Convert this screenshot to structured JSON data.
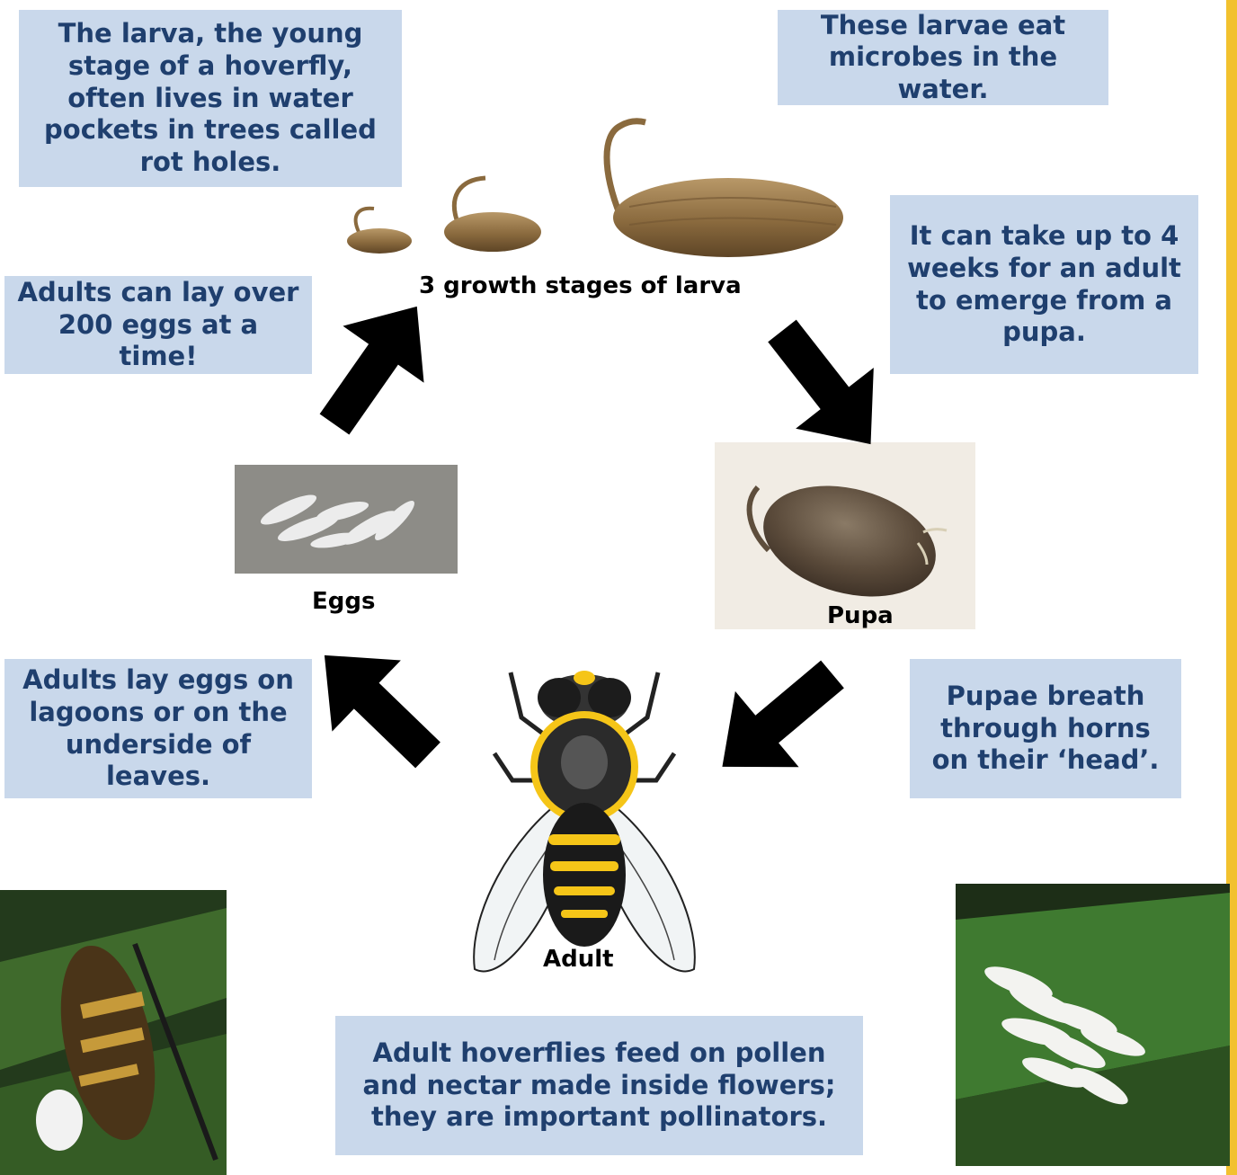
{
  "info_boxes": {
    "larva_habitat": "The larva, the young stage of a hoverfly, often lives in water pockets in trees called rot holes.",
    "larva_diet": "These larvae eat microbes in the water.",
    "pupa_duration": "It can take up to 4 weeks for an adult to emerge from a pupa.",
    "egg_count": "Adults can lay over 200 eggs at a time!",
    "egg_location": "Adults lay eggs on lagoons or on the underside of leaves.",
    "pupa_breathing": "Pupae breath through horns on their ‘head’.",
    "adult_diet": "Adult hoverflies feed on pollen and nectar made inside flowers; they are important pollinators."
  },
  "stage_labels": {
    "larva": "3 growth stages of larva",
    "eggs": "Eggs",
    "pupa": "Pupa",
    "adult": "Adult"
  },
  "colors": {
    "box_fill": "#c9d8eb",
    "box_text": "#1f3f6e",
    "arrow": "#000000",
    "accent_stripe": "#f2c12e"
  }
}
